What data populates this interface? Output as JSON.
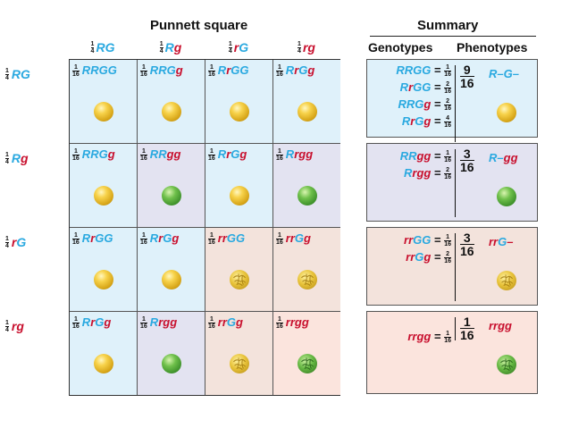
{
  "titles": {
    "punnett": "Punnett square",
    "summary": "Summary"
  },
  "summary_headers": {
    "genotypes": "Genotypes",
    "phenotypes": "Phenotypes"
  },
  "quarter": {
    "n": "1",
    "d": "4"
  },
  "sixteenth": {
    "n": "1",
    "d": "16"
  },
  "col_headers": [
    {
      "a": "R",
      "a_color": "blue",
      "b": "G",
      "b_color": "blue"
    },
    {
      "a": "R",
      "a_color": "blue",
      "b": "g",
      "b_color": "red"
    },
    {
      "a": "r",
      "a_color": "red",
      "b": "G",
      "b_color": "blue"
    },
    {
      "a": "r",
      "a_color": "red",
      "b": "g",
      "b_color": "red"
    }
  ],
  "row_headers": [
    {
      "a": "R",
      "a_color": "blue",
      "b": "G",
      "b_color": "blue"
    },
    {
      "a": "R",
      "a_color": "blue",
      "b": "g",
      "b_color": "red"
    },
    {
      "a": "r",
      "a_color": "red",
      "b": "G",
      "b_color": "blue"
    },
    {
      "a": "r",
      "a_color": "red",
      "b": "g",
      "b_color": "red"
    }
  ],
  "cells": [
    [
      {
        "genotype": "RRGG",
        "pea": "yellow-round"
      },
      {
        "genotype": "RRGg",
        "pea": "yellow-round"
      },
      {
        "genotype": "RrGG",
        "pea": "yellow-round"
      },
      {
        "genotype": "RrGg",
        "pea": "yellow-round"
      }
    ],
    [
      {
        "genotype": "RRGg",
        "pea": "yellow-round"
      },
      {
        "genotype": "RRgg",
        "pea": "green-round"
      },
      {
        "genotype": "RrGg",
        "pea": "yellow-round"
      },
      {
        "genotype": "Rrgg",
        "pea": "green-round"
      }
    ],
    [
      {
        "genotype": "RrGG",
        "pea": "yellow-round"
      },
      {
        "genotype": "RrGg",
        "pea": "yellow-round"
      },
      {
        "genotype": "rrGG",
        "pea": "yellow-wrinkled"
      },
      {
        "genotype": "rrGg",
        "pea": "yellow-wrinkled"
      }
    ],
    [
      {
        "genotype": "RrGg",
        "pea": "yellow-round"
      },
      {
        "genotype": "Rrgg",
        "pea": "green-round"
      },
      {
        "genotype": "rrGg",
        "pea": "yellow-wrinkled"
      },
      {
        "genotype": "rrgg",
        "pea": "green-wrinkled"
      }
    ]
  ],
  "cell_backgrounds": [
    [
      "#dff1fa",
      "#dff1fa",
      "#dff1fa",
      "#dff1fa"
    ],
    [
      "#dff1fa",
      "#e3e3f1",
      "#dff1fa",
      "#e3e3f1"
    ],
    [
      "#dff1fa",
      "#dff1fa",
      "#f3e3dc",
      "#f3e3dc"
    ],
    [
      "#dff1fa",
      "#e3e3f1",
      "#f3e3dc",
      "#fbe4dd"
    ]
  ],
  "summary_rows": [
    {
      "bg": "#dff1fa",
      "genotypes": [
        {
          "g": "RRGG",
          "n": "1",
          "d": "16"
        },
        {
          "g": "RrGG",
          "n": "2",
          "d": "16"
        },
        {
          "g": "RRGg",
          "n": "2",
          "d": "16"
        },
        {
          "g": "RrGg",
          "n": "4",
          "d": "16"
        }
      ],
      "ratio": {
        "n": "9",
        "d": "16"
      },
      "phenotype": [
        {
          "t": "R",
          "c": "blue"
        },
        {
          "t": "–",
          "c": "blue"
        },
        {
          "t": "G",
          "c": "blue"
        },
        {
          "t": "–",
          "c": "blue"
        }
      ],
      "pea": "yellow-round"
    },
    {
      "bg": "#e3e3f1",
      "genotypes": [
        {
          "g": "RRgg",
          "n": "1",
          "d": "16"
        },
        {
          "g": "Rrgg",
          "n": "2",
          "d": "16"
        }
      ],
      "ratio": {
        "n": "3",
        "d": "16"
      },
      "phenotype": [
        {
          "t": "R",
          "c": "blue"
        },
        {
          "t": "–",
          "c": "blue"
        },
        {
          "t": "gg",
          "c": "red"
        }
      ],
      "pea": "green-round"
    },
    {
      "bg": "#f3e3dc",
      "genotypes": [
        {
          "g": "rrGG",
          "n": "1",
          "d": "16"
        },
        {
          "g": "rrGg",
          "n": "2",
          "d": "16"
        }
      ],
      "ratio": {
        "n": "3",
        "d": "16"
      },
      "phenotype": [
        {
          "t": "rr",
          "c": "red"
        },
        {
          "t": "G",
          "c": "blue"
        },
        {
          "t": "–",
          "c": "red"
        }
      ],
      "pea": "yellow-wrinkled"
    },
    {
      "bg": "#fbe4dd",
      "genotypes": [
        {
          "g": "rrgg",
          "n": "1",
          "d": "16"
        }
      ],
      "ratio": {
        "n": "1",
        "d": "16"
      },
      "phenotype": [
        {
          "t": "rrgg",
          "c": "red"
        }
      ],
      "pea": "green-wrinkled"
    }
  ],
  "colors": {
    "dominant": "#2aa9e0",
    "recessive": "#c8102e"
  }
}
